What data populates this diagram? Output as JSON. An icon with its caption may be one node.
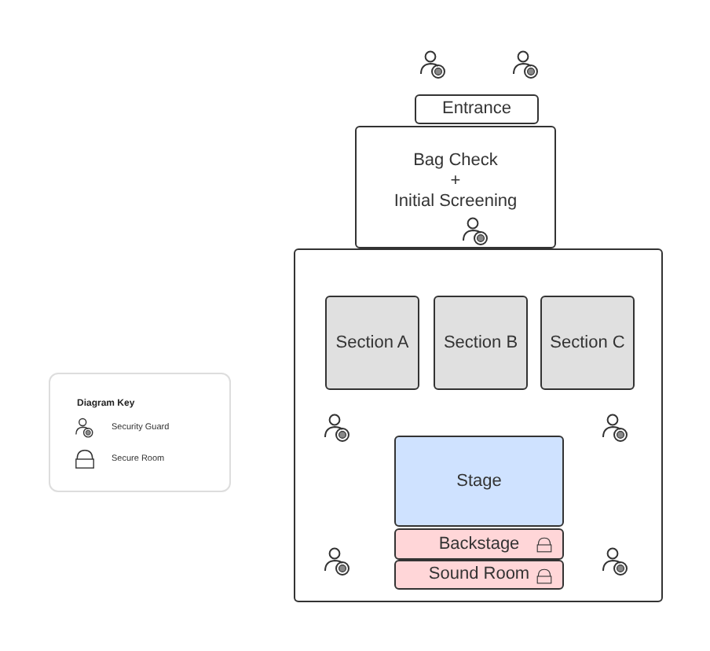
{
  "diagram": {
    "nodes": [
      {
        "text": [
          "Entrance"
        ]
      },
      {
        "text": [
          "Bag Check",
          "+",
          "Initial Screening"
        ]
      },
      {
        "text": [],
        "shape": "box"
      },
      {
        "text": [
          "Section A"
        ],
        "in": 2
      },
      {
        "text": [
          "Section B"
        ],
        "in": 2
      },
      {
        "text": [
          "Section C"
        ],
        "in": 2
      },
      {
        "text": [
          "Stage"
        ],
        "in": 2
      },
      {
        "text": [
          "Backstage"
        ],
        "in": 2
      },
      {
        "text": [
          "Sound Room"
        ],
        "in": 2
      }
    ],
    "edges": [],
    "labels": [
      "Diagram Key"
    ],
    "legend": [
      {
        "text": "Security Guard"
      },
      {
        "text": "Secure Room"
      }
    ]
  }
}
